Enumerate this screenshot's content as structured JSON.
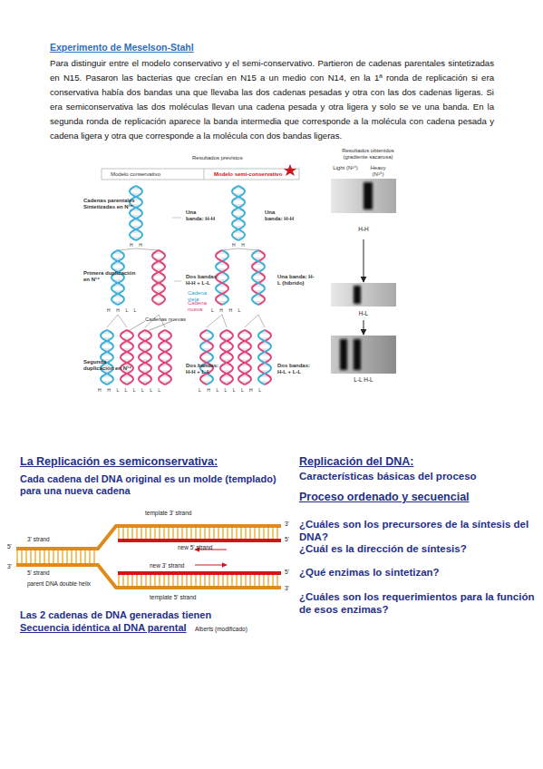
{
  "diagram": {
    "title": "Experimento de Meselson-Stahl",
    "nodes": [
      {
        "text": [
          "H-H"
        ]
      },
      {
        "text": [
          "H-L"
        ]
      },
      {
        "text": [
          "L-L H-L"
        ]
      }
    ],
    "edges": [
      {
        "from": 0,
        "to": 1,
        "arrow": "to"
      },
      {
        "from": 1,
        "to": 2,
        "arrow": "to"
      }
    ],
    "labels": [
      "Para distinguir entre el modelo conservativo y el semi-conservativo. Partieron de cadenas parentales sintetizadas en N15. Pasaron las bacterias que crecían en N15 a un medio con N14, en la 1ª ronda de replicación si era conservativa había dos bandas una que llevaba las dos cadenas pesadas y otra con las dos cadenas ligeras. Si era semiconservativa las dos moléculas llevan una cadena pesada y otra ligera y solo se ve una banda. En la segunda ronda de replicación aparece la banda intermedia que corresponde a la molécula con cadena pesada y cadena ligera y otra que corresponde a la molécula con dos bandas ligeras.",
      "Resultados previstos",
      "Modelo conservativo",
      "Modelo semi-conservativo",
      "Resultados obtenidos (gradiente sacarosa)",
      "Cadenas parentales Sintetizadas en N¹⁵",
      "Una banda: H-H",
      "Una banda: H-H",
      "H H",
      "H H",
      "Primera duplicación en N¹⁴",
      "Dos bandas: H-H + L-L",
      "Cadena vieja",
      "Cadena nueva",
      "Una banda: H-L (híbrido)",
      "H H L L",
      "L H H L",
      "Cadenas nuevas",
      "Segunda duplicación en N¹⁴",
      "Dos bandas: H-H + L-L",
      "Dos bandas: H-L + L-L",
      "H H L L L L L L",
      "L H L L L L H L",
      "Light (N¹⁴)",
      "Heavy (N¹⁵)",
      "La Replicación es semiconservativa:",
      "Cada cadena del DNA original es un molde (templado) para una nueva cadena",
      "template 3' strand",
      "3' strand",
      "new 5' strand",
      "5' strand",
      "parent DNA double helix",
      "new 3' strand",
      "template 5' strand",
      "Las 2 cadenas de DNA generadas tienen",
      "Secuencia idéntica al DNA parental",
      "Alberts (modificado)",
      "Replicación del DNA:",
      "Características básicas del proceso",
      "Proceso ordenado y secuencial",
      "¿Cuáles son los precursores de la síntesis del DNA?",
      "¿Cuál es la dirección de síntesis?",
      "¿Qué enzimas lo sintetizan?",
      "¿Cuáles son los requerimientos para la función de esos enzimas?",
      "5'",
      "3'",
      "3'",
      "5'",
      "5'",
      "3'"
    ]
  }
}
